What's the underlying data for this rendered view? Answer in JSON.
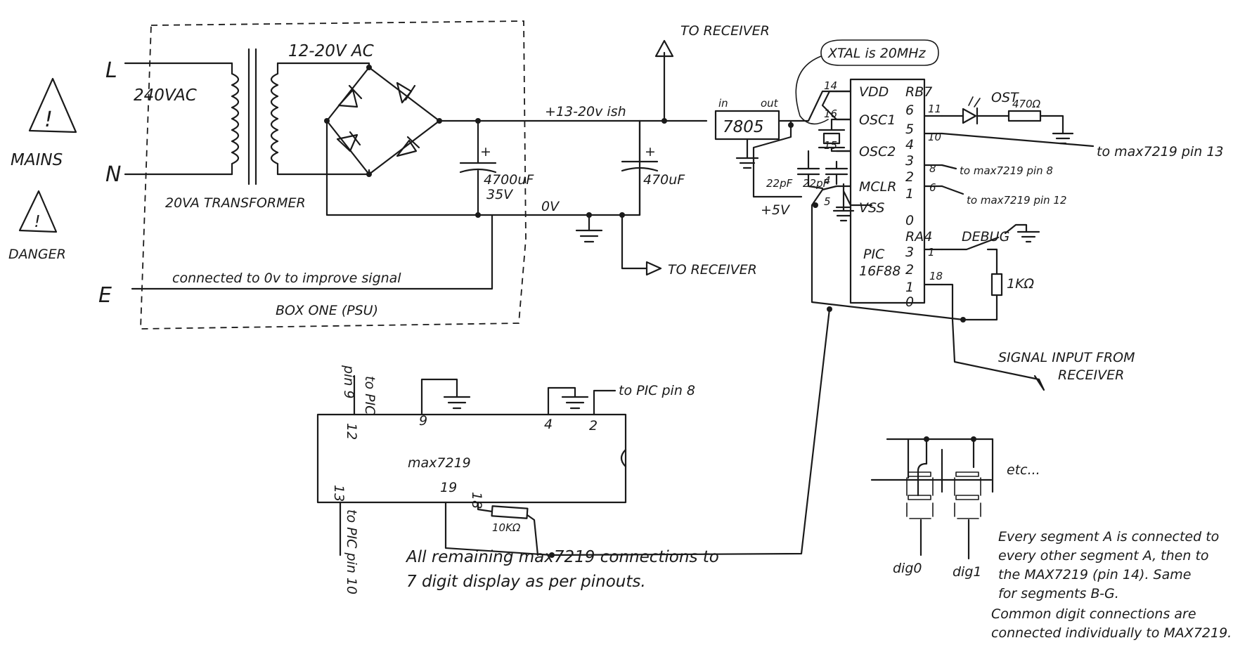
{
  "labels": {
    "mains_L": "L",
    "mains_N": "N",
    "mains_E": "E",
    "mains_voltage": "240VAC",
    "transformer_secondary": "12-20V AC",
    "transformer": "20VA TRANSFORMER",
    "mains_warning": "MAINS",
    "danger_warning": "DANGER",
    "warning_mark": "!",
    "earth_note": "connected to 0v to improve signal",
    "box_one": "BOX ONE (PSU)",
    "rail_voltage": "+13-20v ish",
    "zero_volt": "0V",
    "cap_plus": "+",
    "cap1_value": "4700uF",
    "cap1_voltage": "35V",
    "cap2_value": "470uF",
    "to_receiver_top": "TO RECEIVER",
    "to_receiver_bottom": "TO RECEIVER",
    "reg_in": "in",
    "reg_out": "out",
    "regulator": "7805",
    "plus5v": "+5V",
    "xtal_note": "XTAL is 20MHz",
    "cap_22pf_1": "22pF",
    "cap_22pf_2": "22pF",
    "pic_name_1": "PIC",
    "pic_name_2": "16F88",
    "ost": "OST",
    "r470": "470Ω",
    "r1k": "1KΩ",
    "debug": "DEBUG",
    "to_max_13": "to max7219 pin 13",
    "to_max_8": "to max7219 pin 8",
    "to_max_12": "to max7219 pin 12",
    "signal_input_1": "SIGNAL INPUT FROM",
    "signal_input_2": "RECEIVER",
    "max_name": "max7219",
    "to_pic_9_a": "to PIC",
    "to_pic_9_b": "pin 9",
    "to_pic_8": "to PIC pin 8",
    "to_pic_10": "to PIC pin 10",
    "r10k": "10KΩ",
    "max_note_1": "All remaining max7219 connections to",
    "max_note_2": "7 digit display as per pinouts.",
    "etc": "etc...",
    "dig0": "dig0",
    "dig1": "dig1",
    "seg_note_1": "Every segment A is connected to",
    "seg_note_2": "every other segment A, then to",
    "seg_note_3": "the MAX7219 (pin 14). Same",
    "seg_note_4": "for segments B-G.",
    "seg_note_5": "Common digit connections are",
    "seg_note_6": "connected individually to MAX7219."
  },
  "pic_pins": {
    "left": [
      {
        "num": "14",
        "name": "VDD"
      },
      {
        "num": "16",
        "name": "OSC1"
      },
      {
        "num": "15",
        "name": "OSC2"
      },
      {
        "num": "4",
        "name": "MCLR"
      },
      {
        "num": "5",
        "name": "VSS"
      }
    ],
    "right": [
      "RB7",
      "6",
      "5",
      "4",
      "3",
      "2",
      "1",
      "0",
      "RA4",
      "3",
      "2",
      "1",
      "0"
    ],
    "right_nums": [
      "11",
      "10",
      "8",
      "6",
      "1",
      "18"
    ]
  },
  "max_pins": [
    "12",
    "9",
    "4",
    "2",
    "13",
    "19",
    "18"
  ]
}
